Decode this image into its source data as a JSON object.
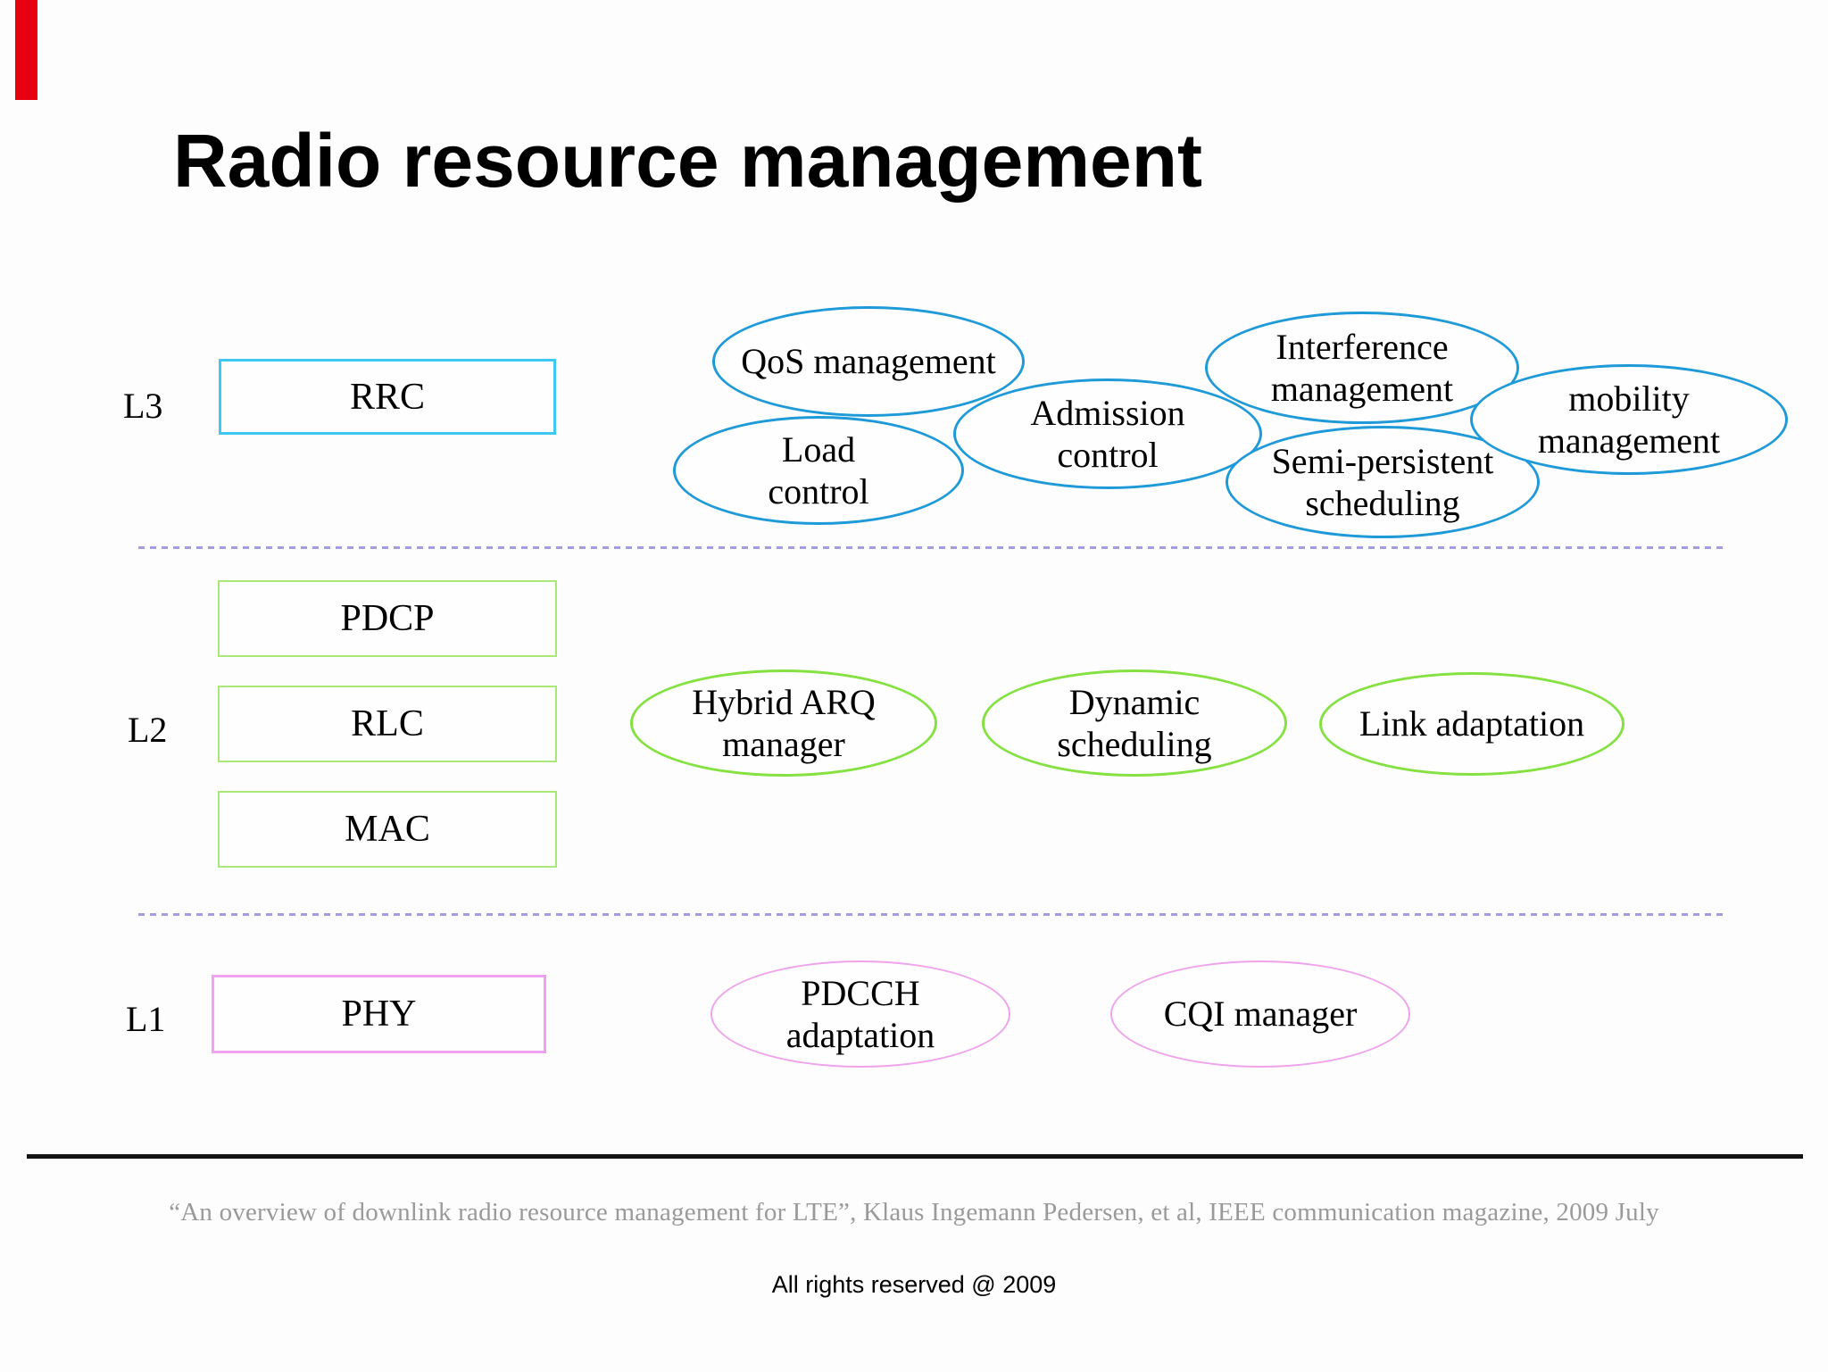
{
  "title": "Radio resource management",
  "accent_colors": {
    "red_ribbon": "#e60012",
    "l3_box_border": "#3fc8f2",
    "l3_ellipse_border": "#1f9ad8",
    "l2_box_border": "#a9e878",
    "l2_ellipse_border": "#85e141",
    "l1_border": "#f0a2ec",
    "divider": "#a29ce2"
  },
  "layers": {
    "l3": {
      "label": "L3",
      "box": "RRC",
      "ellipses": {
        "qos": "QoS management",
        "load": "Load\ncontrol",
        "admission": "Admission\ncontrol",
        "interference": "Interference\nmanagement",
        "semi": "Semi-persistent\nscheduling",
        "mobility": "mobility\nmanagement"
      }
    },
    "l2": {
      "label": "L2",
      "boxes": {
        "pdcp": "PDCP",
        "rlc": "RLC",
        "mac": "MAC"
      },
      "ellipses": {
        "hybrid": "Hybrid ARQ\nmanager",
        "dynamic": "Dynamic\nscheduling",
        "link": "Link adaptation"
      }
    },
    "l1": {
      "label": "L1",
      "box": "PHY",
      "ellipses": {
        "pdcch": "PDCCH\nadaptation",
        "cqi": "CQI manager"
      }
    }
  },
  "footer": {
    "citation": "“An overview of downlink radio resource management for LTE”, Klaus Ingemann Pedersen, et al, IEEE communication magazine, 2009 July",
    "rights": "All rights reserved @ 2009"
  }
}
